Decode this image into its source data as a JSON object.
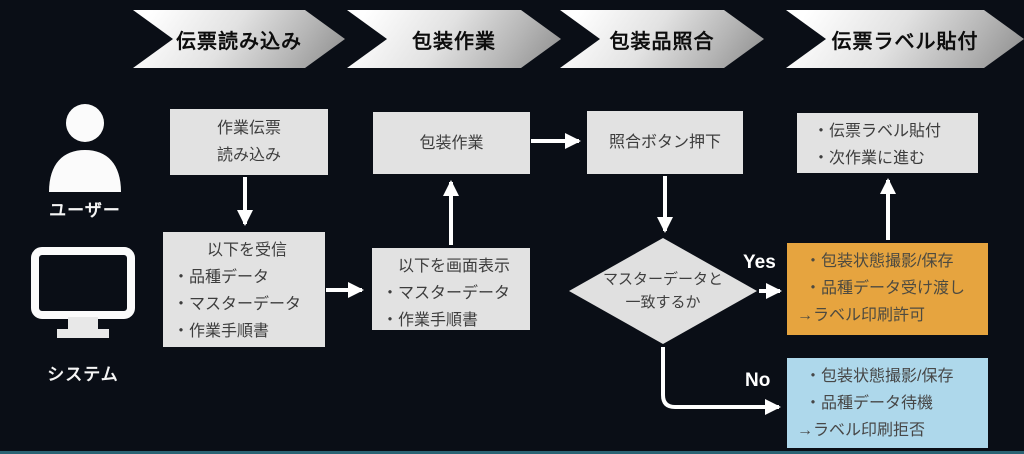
{
  "colors": {
    "background": "#0a0e16",
    "banner_gradient_start": "#ffffff",
    "banner_gradient_end": "#8c8c8c",
    "box_gray": "#e2e2e2",
    "box_orange": "#e6a43f",
    "box_blue": "#aed8eb",
    "arrow": "#ffffff",
    "bottom_bar": "#2b6474"
  },
  "stages": [
    {
      "label": "伝票読み込み"
    },
    {
      "label": "包装作業"
    },
    {
      "label": "包装品照合"
    },
    {
      "label": "伝票ラベル貼付"
    }
  ],
  "lanes": [
    {
      "label": "ユーザー",
      "icon": "person-icon"
    },
    {
      "label": "システム",
      "icon": "monitor-icon"
    }
  ],
  "nodes": {
    "read_slip": {
      "line1": "作業伝票",
      "line2": "読み込み"
    },
    "receive": {
      "title": "以下を受信",
      "bullets": [
        "・品種データ",
        "・マスターデータ",
        "・作業手順書"
      ]
    },
    "packaging": {
      "label": "包装作業"
    },
    "display": {
      "title": "以下を画面表示",
      "bullets": [
        "・マスターデータ",
        "・作業手順書"
      ]
    },
    "verify_button": {
      "label": "照合ボタン押下"
    },
    "label_attach": {
      "bullets": [
        "・伝票ラベル貼付",
        "・次作業に進む"
      ]
    },
    "decision": {
      "line1": "マスターデータと",
      "line2": "一致するか"
    },
    "yes_result": {
      "bullets": [
        "・包装状態撮影/保存",
        "・品種データ受け渡し",
        "→ラベル印刷許可"
      ]
    },
    "no_result": {
      "bullets": [
        "・包装状態撮影/保存",
        "・品種データ待機",
        "→ラベル印刷拒否"
      ]
    }
  },
  "branch_labels": {
    "yes": "Yes",
    "no": "No"
  }
}
